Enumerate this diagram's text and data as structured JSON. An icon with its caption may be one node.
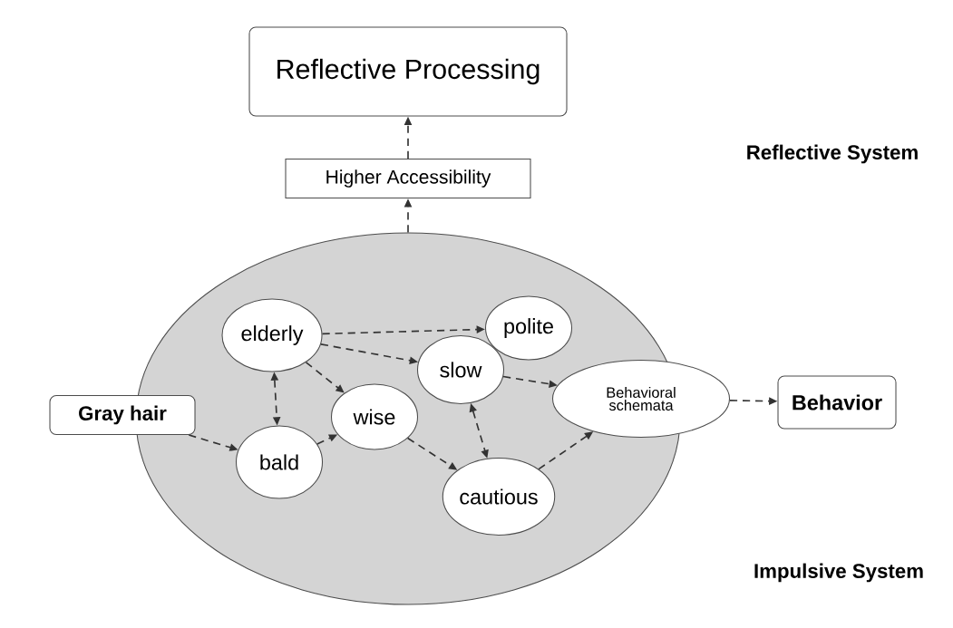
{
  "diagram": {
    "nodes": [
      {
        "text": [
          "Reflective Processing"
        ]
      },
      {
        "text": [
          "Higher Accessibility"
        ]
      },
      {
        "text": [],
        "shape": "ellipse"
      },
      {
        "text": [
          "elderly"
        ],
        "in": 2
      },
      {
        "text": [
          "polite"
        ],
        "in": 2
      },
      {
        "text": [
          "slow"
        ],
        "in": 2
      },
      {
        "text": [
          "Gray hair"
        ]
      },
      {
        "text": [
          "wise"
        ],
        "in": 2
      },
      {
        "text": [
          "Behavioral schemata"
        ]
      },
      {
        "text": [
          "Behavior"
        ]
      },
      {
        "text": [
          "bald"
        ],
        "in": 2
      },
      {
        "text": [
          "cautious"
        ],
        "in": 2
      }
    ],
    "edges": [
      {
        "from": 1,
        "to": 0,
        "arrow": "to"
      },
      {
        "from": 2,
        "to": 1,
        "arrow": "to"
      },
      {
        "from": 3,
        "to": 4,
        "arrow": "to"
      },
      {
        "from": 3,
        "to": 5,
        "arrow": "to"
      },
      {
        "from": 3,
        "to": 7,
        "arrow": "to"
      },
      {
        "from": 3,
        "to": 10,
        "arrow": "both"
      },
      {
        "from": 6,
        "to": 10,
        "arrow": "to"
      },
      {
        "from": 10,
        "to": 7,
        "arrow": "to"
      },
      {
        "from": 7,
        "to": 11,
        "arrow": "to"
      },
      {
        "from": 5,
        "to": 11,
        "arrow": "both"
      },
      {
        "from": 5,
        "to": 8,
        "arrow": "to"
      },
      {
        "from": 11,
        "to": 8,
        "arrow": "to"
      },
      {
        "from": 8,
        "to": 9,
        "arrow": "to"
      }
    ],
    "labels": [
      "Reflective System",
      "Impulsive System"
    ]
  }
}
